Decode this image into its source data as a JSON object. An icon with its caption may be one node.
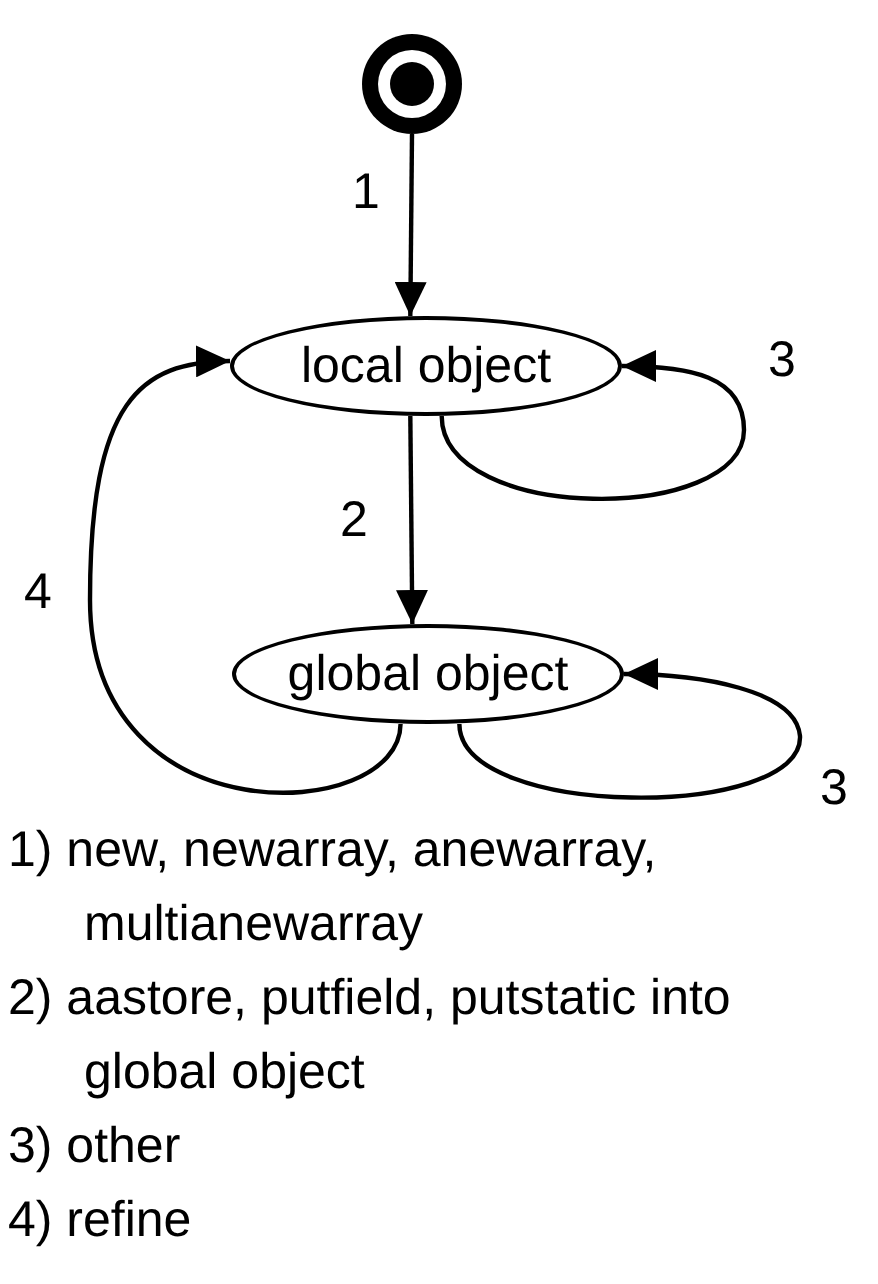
{
  "diagram": {
    "nodes": [
      {
        "text": [],
        "shape": "circle"
      },
      {
        "text": [
          "local object"
        ]
      },
      {
        "text": [
          "global object"
        ]
      }
    ],
    "edges": [
      {
        "from": 0,
        "to": 1,
        "arrow": "to",
        "label": "1"
      },
      {
        "from": 1,
        "to": 2,
        "arrow": "to",
        "label": "2"
      },
      {
        "from": 1,
        "to": 1,
        "arrow": "to",
        "label": "3"
      },
      {
        "from": 2,
        "to": 2,
        "arrow": "to",
        "label": "3"
      },
      {
        "from": 2,
        "to": 1,
        "arrow": "to",
        "label": "4"
      }
    ],
    "labels": [
      "1) new, newarray, anewarray, multianewarray",
      "2) aastore, putfield, putstatic into global object",
      "3) other",
      "4) refine"
    ]
  }
}
